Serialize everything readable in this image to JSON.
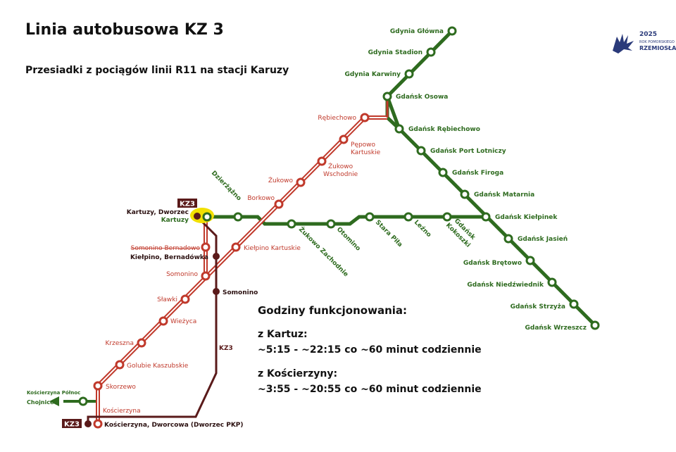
{
  "header": {
    "title": "Linia autobusowa KZ 3",
    "subtitle": "Przesiadki z pociągów linii R11 na stacji Karuzy"
  },
  "logo": {
    "year": "2025",
    "small_text": "ROK POMORSKIEGO",
    "big_text": "RZEMIOSŁA",
    "icon": "griffin-icon",
    "color": "#2a3a7a"
  },
  "colors": {
    "red_line": "#c0392b",
    "green_line": "#2e6b1f",
    "bus_line": "#5a1a1a",
    "highlight": "#f2e000"
  },
  "bus": {
    "badge_label": "KZ3",
    "line_label": "KZ3",
    "stops": {
      "kartuzy_dworzec": "Kartuzy, Dworzec",
      "kartuzy": "Kartuzy",
      "somonino_bernadowo": "Somonino Bernadowo",
      "kielpino_bernadowka": "Kiełpino, Bernadówka",
      "somonino": "Somonino",
      "koscierzyna_dworcowa": "Kościerzyna, Dworcowa (Dworzec PKP)"
    }
  },
  "red_line": {
    "stations": {
      "rebiechowo": "Rębiechowo",
      "pepowo_1": "Pępowo",
      "pepowo_2": "Kartuskie",
      "zukowo_wsch_1": "Żukowo",
      "zukowo_wsch_2": "Wschodnie",
      "zukowo": "Żukowo",
      "borkowo": "Borkowo",
      "kielpino_kartuskie": "Kiełpino Kartuskie",
      "somonino": "Somonino",
      "slawki": "Sławki",
      "wiezyca": "Wieżyca",
      "krzeszna": "Krzeszna",
      "golubie": "Golubie Kaszubskie",
      "skorzewo": "Skorzewo",
      "koscierzyna": "Kościerzyna"
    }
  },
  "green_line": {
    "stations": {
      "gdynia_glowna": "Gdynia Główna",
      "gdynia_stadion": "Gdynia Stadion",
      "gdynia_karwiny": "Gdynia Karwiny",
      "gdansk_osowa": "Gdańsk Osowa",
      "gdansk_rebiechowo": "Gdańsk Rębiechowo",
      "gdansk_port_lotniczy": "Gdańsk Port Lotniczy",
      "gdansk_firoga": "Gdańsk Firoga",
      "gdansk_matarnia": "Gdańsk Matarnia",
      "gdansk_kielpinek": "Gdańsk Kiełpinek",
      "gdansk_jasien": "Gdańsk Jasień",
      "gdansk_bretowo": "Gdańsk Brętowo",
      "gdansk_niedzwiednik": "Gdańsk Niedźwiednik",
      "gdansk_strzyza": "Gdańsk Strzyża",
      "gdansk_wrzeszcz": "Gdańsk Wrzeszcz",
      "dzierzazno": "Dzierżążno",
      "zukowo_zachodnie": "Żukowo Zachodnie",
      "otomino": "Otomino",
      "stara_pila": "Stara Piła",
      "lezno": "Leźno",
      "kokoszki_1": "Gdańsk",
      "kokoszki_2": "Kokoszki",
      "koscierzyna_polnoc": "Kościerzyna Północ",
      "chojnice": "Chojnice"
    }
  },
  "hours": {
    "heading": "Godziny funkcjonowania:",
    "from_kartuzy": "z Kartuz:",
    "from_kartuzy_times": "~5:15 - ~22:15 co ~60 minut codziennie",
    "from_koscierzyna": "z Kościerzyny:",
    "from_koscierzyna_times": "~3:55 - ~20:55 co ~60 minut codziennie"
  }
}
